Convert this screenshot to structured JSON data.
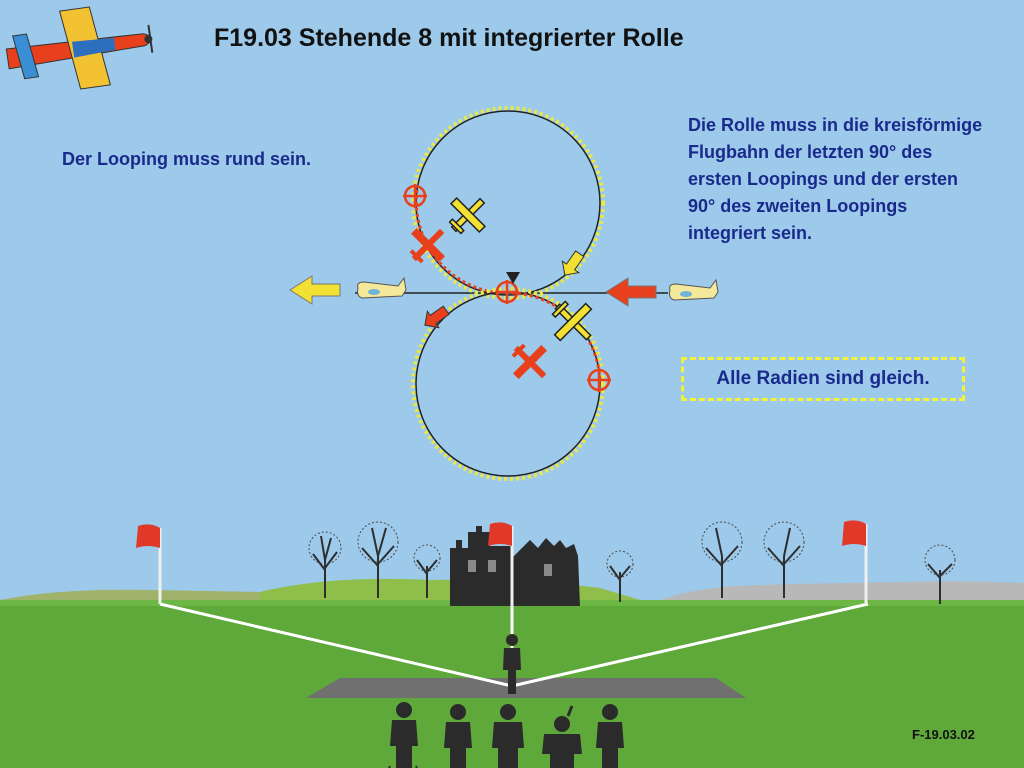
{
  "title": "F19.03 Stehende 8 mit integrierter Rolle",
  "note_left": "Der Looping muss rund sein.",
  "note_right": "Die Rolle muss in die kreisförmige Flugbahn der letzten 90° des ersten Loopings und der ersten 90° des zweiten Loopings integriert sein.",
  "note_radii": "Alle Radien sind gleich.",
  "figure_id": "F-19.03.02",
  "colors": {
    "sky": "#9dc9ea",
    "grass": "#5fa83a",
    "text_blue": "#1a2a8c",
    "accent_red": "#e8401c",
    "accent_yellow": "#f2f23a"
  },
  "icons": [
    "aircraft-logo-icon",
    "plane-icon",
    "arrow-left-icon",
    "arrow-right-icon",
    "flag-icon",
    "tree-icon",
    "castle-icon",
    "pilot-icon",
    "judge-icon",
    "crosshair-icon"
  ]
}
